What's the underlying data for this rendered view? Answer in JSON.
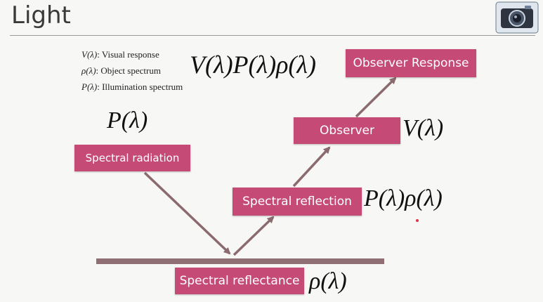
{
  "slide": {
    "title": "Light"
  },
  "legend": [
    {
      "symbol": "V(λ)",
      "text": ": Visual response"
    },
    {
      "symbol": "ρ(λ)",
      "text": ": Object spectrum"
    },
    {
      "symbol": "P(λ)",
      "text": ": Illumination spectrum"
    }
  ],
  "formulas": {
    "observer_response": "V(λ)P(λ)ρ(λ)",
    "radiation": "P(λ)",
    "observer": "V(λ)",
    "reflection": "P(λ)ρ(λ)",
    "reflectance": "ρ(λ)"
  },
  "boxes": {
    "observer_response": "Observer Response",
    "observer": "Observer",
    "spectral_radiation": "Spectral radiation",
    "spectral_reflection": "Spectral reflection",
    "spectral_reflectance": "Spectral reflectance"
  },
  "colors": {
    "box_fill": "#c54a76",
    "arrow": "#8b6a6e",
    "ground": "#8f6f73"
  }
}
